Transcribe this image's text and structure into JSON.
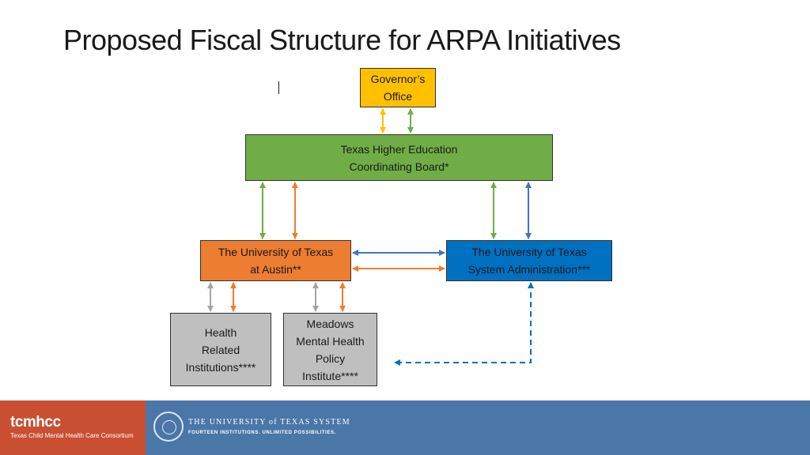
{
  "title": "Proposed Fiscal Structure for ARPA Initiatives",
  "nodes": {
    "governor": {
      "label": "Governor’s\nOffice",
      "color": "#ffc000"
    },
    "thecb": {
      "label": "Texas Higher Education\nCoordinating Board*",
      "color": "#70ad47"
    },
    "ut_austin": {
      "label": "The University of Texas\nat Austin**",
      "color": "#ed7d31"
    },
    "ut_system": {
      "label": "The University of Texas\nSystem Administration***",
      "color": "#0070c0"
    },
    "hri": {
      "label": "Health\nRelated\nInstitutions****",
      "color": "#bfbfbf"
    },
    "meadows": {
      "label": "Meadows\nMental Health\nPolicy\nInstitute****",
      "color": "#bfbfbf"
    }
  },
  "edges": [
    {
      "from": "governor",
      "to": "thecb",
      "color": "#ffc000",
      "kind": "double"
    },
    {
      "from": "governor",
      "to": "thecb",
      "color": "#70ad47",
      "kind": "double"
    },
    {
      "from": "thecb",
      "to": "ut_austin",
      "color": "#70ad47",
      "kind": "double"
    },
    {
      "from": "thecb",
      "to": "ut_austin",
      "color": "#ed7d31",
      "kind": "double"
    },
    {
      "from": "thecb",
      "to": "ut_system",
      "color": "#70ad47",
      "kind": "double"
    },
    {
      "from": "thecb",
      "to": "ut_system",
      "color": "#4472c4",
      "kind": "double"
    },
    {
      "from": "ut_austin",
      "to": "ut_system",
      "color": "#4472c4",
      "kind": "double"
    },
    {
      "from": "ut_austin",
      "to": "ut_system",
      "color": "#ed7d31",
      "kind": "double"
    },
    {
      "from": "ut_austin",
      "to": "hri",
      "color": "#a5a5a5",
      "kind": "double"
    },
    {
      "from": "ut_austin",
      "to": "hri",
      "color": "#ed7d31",
      "kind": "double"
    },
    {
      "from": "ut_austin",
      "to": "meadows",
      "color": "#a5a5a5",
      "kind": "double"
    },
    {
      "from": "ut_austin",
      "to": "meadows",
      "color": "#ed7d31",
      "kind": "double"
    },
    {
      "from": "ut_system",
      "to": "meadows",
      "color": "#0070c0",
      "kind": "dashed-double"
    }
  ],
  "footer": {
    "brand_name": "tcmhcc",
    "brand_tagline": "Texas Child Mental Health Care Consortium",
    "uts_name": "THE UNIVERSITY of TEXAS SYSTEM",
    "uts_tagline": "FOURTEEN INSTITUTIONS. UNLIMITED POSSIBILITIES.",
    "colors": {
      "left": "#c94f32",
      "bar": "#4a76a8"
    }
  }
}
